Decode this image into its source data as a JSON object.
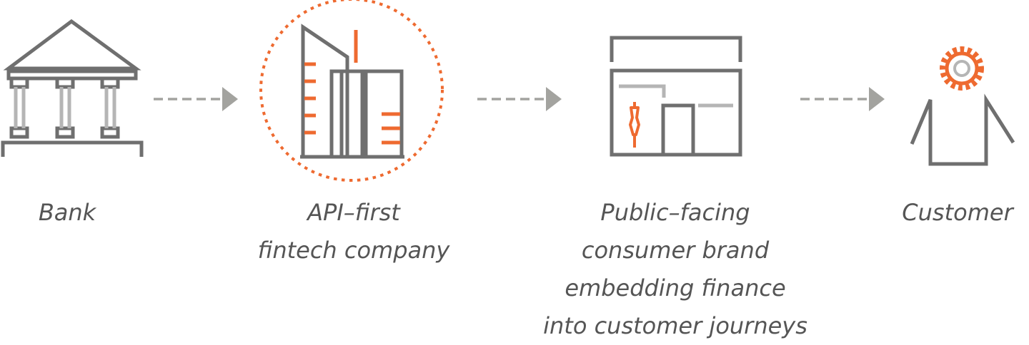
{
  "colors": {
    "icon_gray": "#6f6f6f",
    "icon_light_gray": "#b5b5b5",
    "accent_orange": "#ee6a30",
    "arrow_gray": "#a3a39f",
    "label_text": "#555555"
  },
  "steps": [
    {
      "icon": "bank-icon",
      "label_lines": [
        "Bank"
      ]
    },
    {
      "icon": "fintech-buildings-icon",
      "label_lines": [
        "API–first",
        "fintech company"
      ]
    },
    {
      "icon": "storefront-icon",
      "label_lines": [
        "Public–facing",
        "consumer brand",
        "embedding finance",
        "into customer journeys"
      ]
    },
    {
      "icon": "customer-person-icon",
      "label_lines": [
        "Customer"
      ]
    }
  ],
  "connectors": [
    "dashed-arrow",
    "dashed-arrow",
    "dashed-arrow"
  ]
}
